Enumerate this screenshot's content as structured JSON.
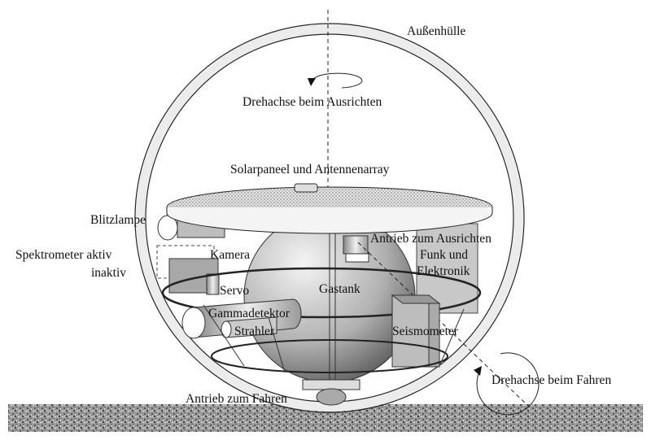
{
  "labels": {
    "outer_shell": "Außenhülle",
    "rotation_axis_align": "Drehachse beim Ausrichten",
    "solar_panel": "Solarpaneel und Antennenarray",
    "flash_lamp": "Blitzlampe",
    "spectrometer_active": "Spektrometer aktiv",
    "spectrometer_inactive": "inaktiv",
    "camera": "Kamera",
    "servo": "Servo",
    "gas_tank": "Gastank",
    "gamma_detector": "Gammadetektor",
    "emitter": "Strahler",
    "align_drive": "Antrieb zum Ausrichten",
    "radio_electronics_1": "Funk und",
    "radio_electronics_2": "Elektronik",
    "seismometer": "Seismometer",
    "rotation_axis_drive": "Drehachse beim Fahren",
    "drive_motor": "Antrieb zum Fahren"
  }
}
